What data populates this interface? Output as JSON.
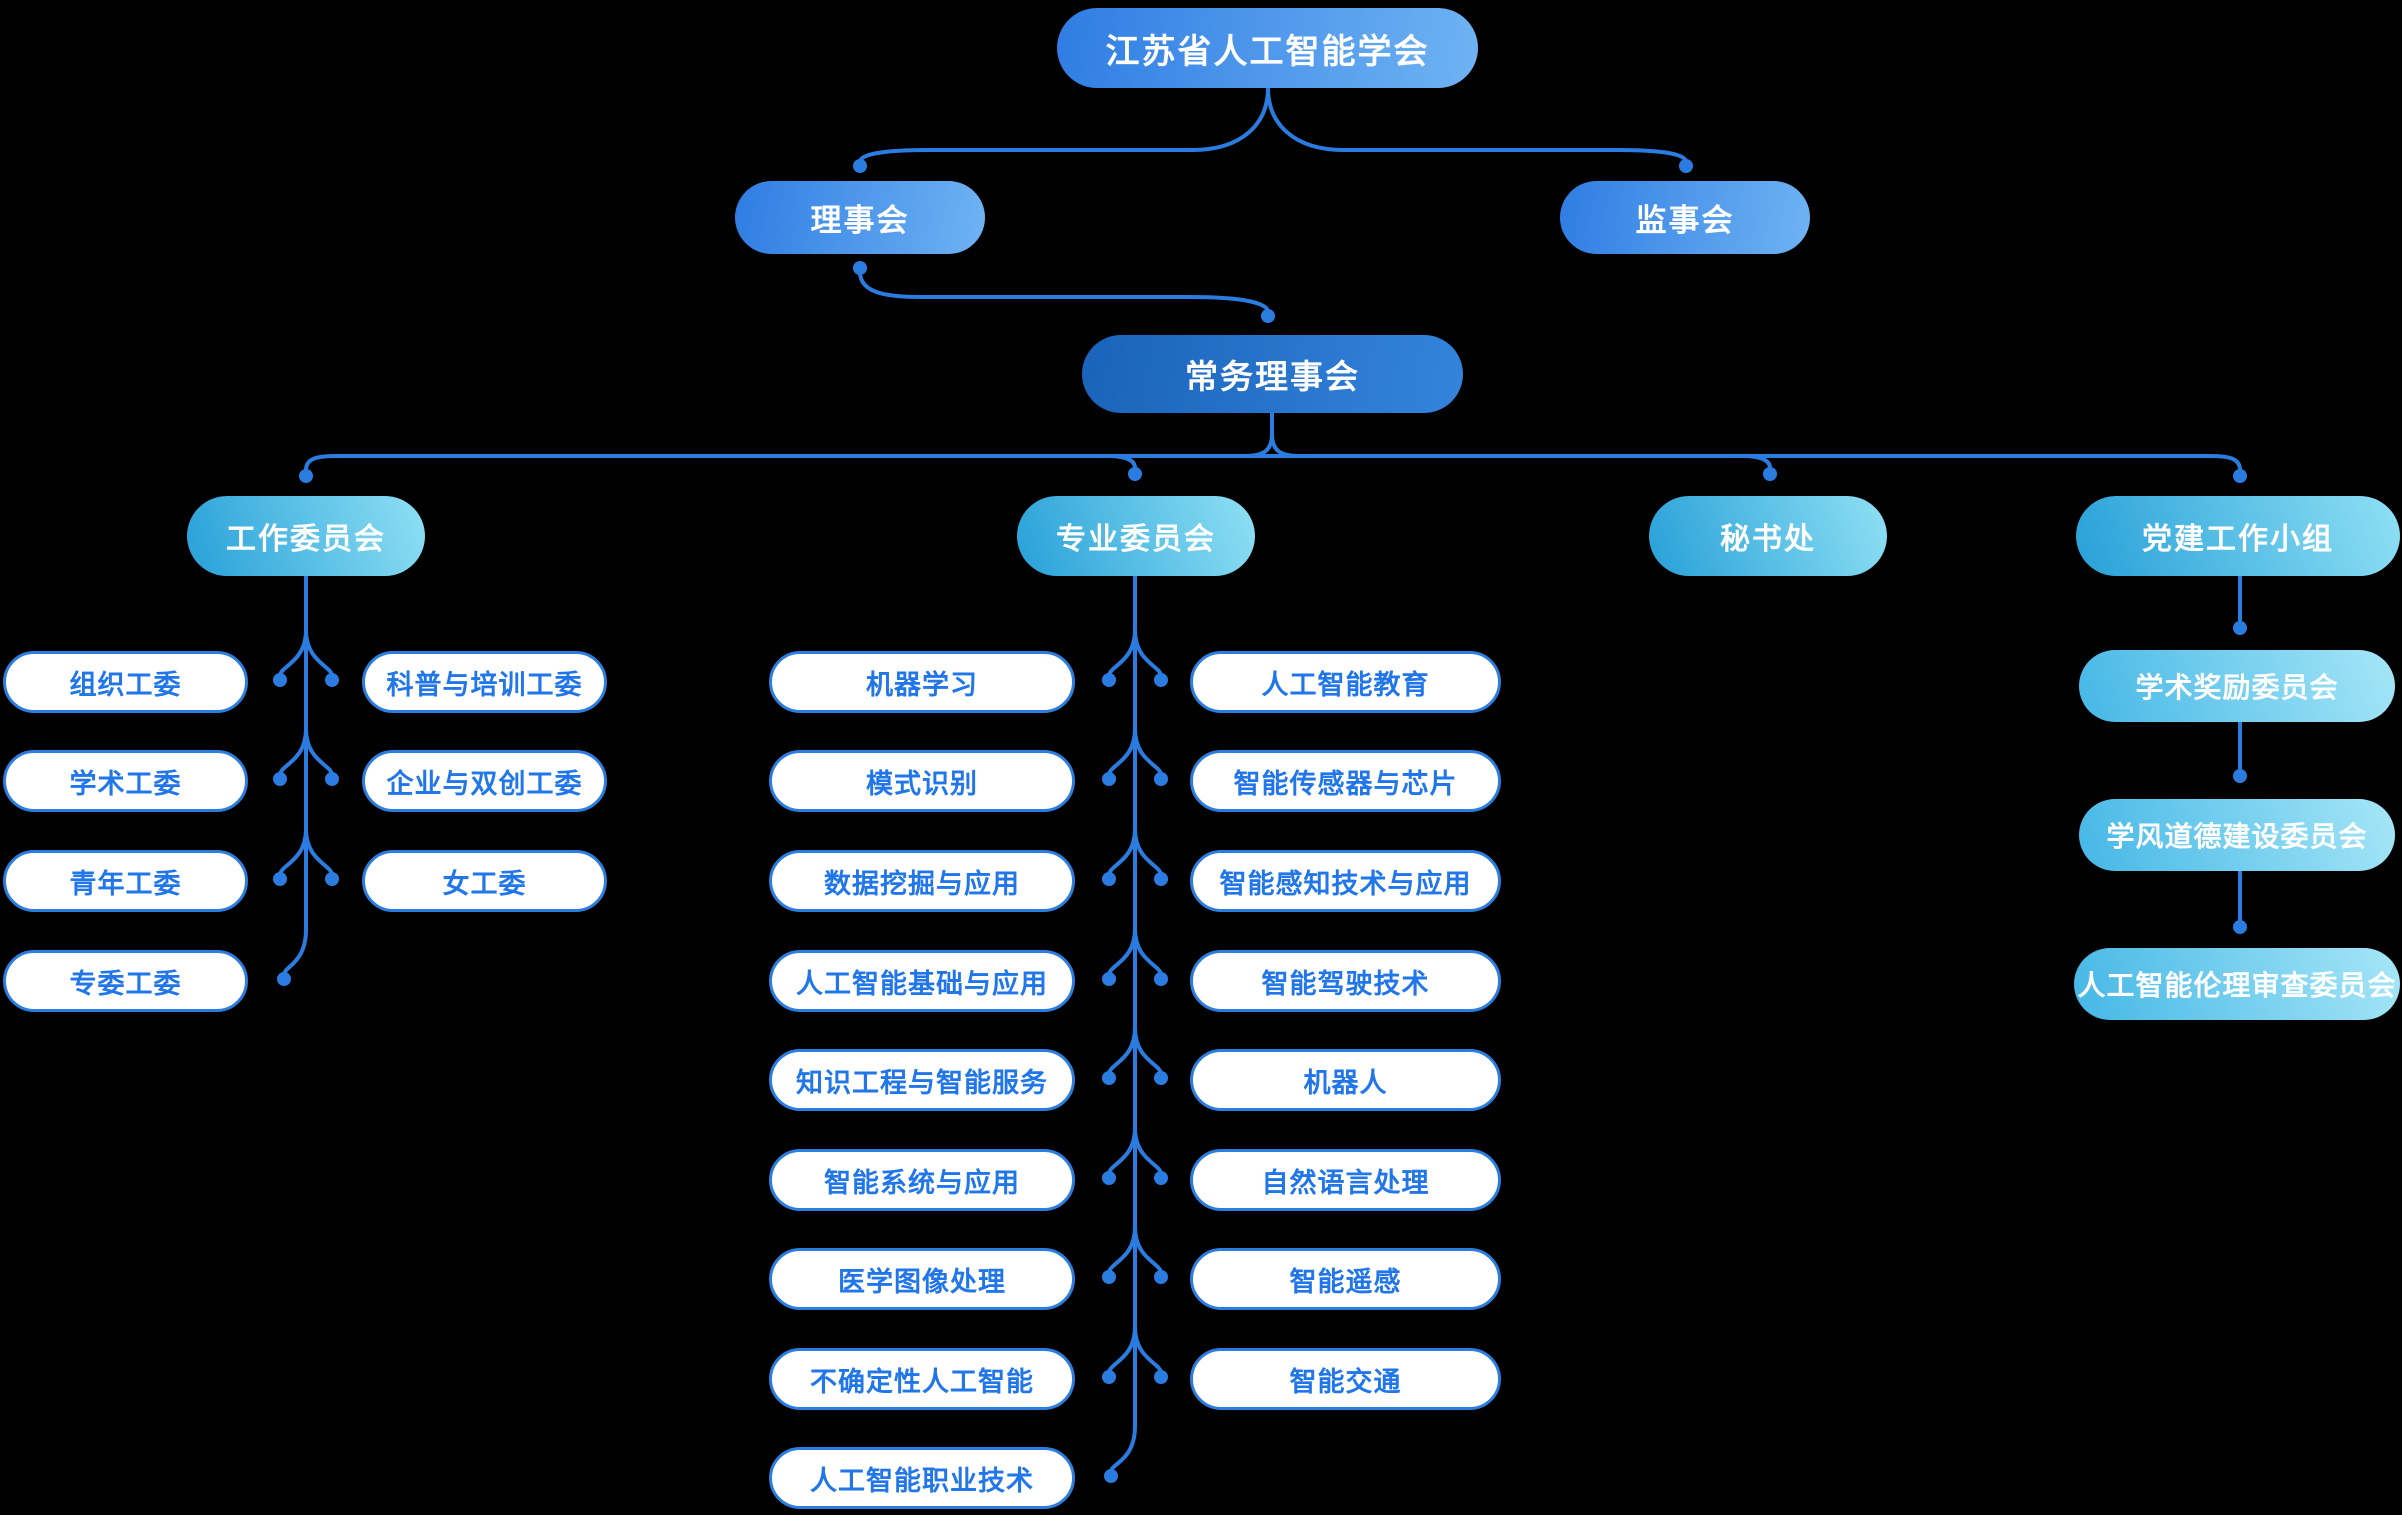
{
  "page": {
    "background": "#000000"
  },
  "palette": {
    "connector": "#2b7ce0",
    "node_text": "#ffffff",
    "leaf_border": "#2b7de0",
    "leaf_text": "#2176ea",
    "gradient_blue": [
      "#2f7de3",
      "#6fb3f3"
    ],
    "gradient_dark_blue": [
      "#1a63ba",
      "#3484dc"
    ],
    "gradient_cyan": [
      "#27a0d8",
      "#8fe0f4"
    ],
    "gradient_cyan_light": [
      "#45b7e6",
      "#a6e6f7"
    ]
  },
  "org": {
    "root": {
      "label": "江苏省人工智能学会"
    },
    "board": {
      "label": "理事会"
    },
    "supervisors": {
      "label": "监事会"
    },
    "standing_council": {
      "label": "常务理事会"
    },
    "work_committee": {
      "label": "工作委员会",
      "left": [
        "组织工委",
        "学术工委",
        "青年工委",
        "专委工委"
      ],
      "right": [
        "科普与培训工委",
        "企业与双创工委",
        "女工委"
      ]
    },
    "professional_committee": {
      "label": "专业委员会",
      "left": [
        "机器学习",
        "模式识别",
        "数据挖掘与应用",
        "人工智能基础与应用",
        "知识工程与智能服务",
        "智能系统与应用",
        "医学图像处理",
        "不确定性人工智能",
        "人工智能职业技术"
      ],
      "right": [
        "人工智能教育",
        "智能传感器与芯片",
        "智能感知技术与应用",
        "智能驾驶技术",
        "机器人",
        "自然语言处理",
        "智能遥感",
        "智能交通"
      ]
    },
    "secretariat": {
      "label": "秘书处"
    },
    "party_group": {
      "label": "党建工作小组",
      "children": [
        "学术奖励委员会",
        "学风道德建设委员会",
        "人工智能伦理审查委员会"
      ]
    }
  }
}
